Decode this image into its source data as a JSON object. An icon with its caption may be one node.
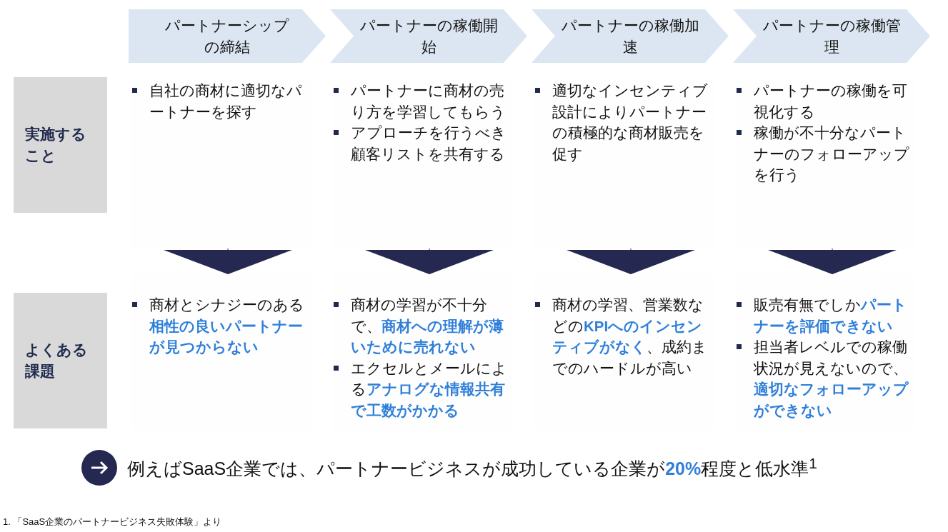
{
  "diagram": {
    "nodes": [
      {
        "text": [
          "パートナーシップの締結"
        ]
      },
      {
        "text": [
          "パートナーの稼働開始"
        ]
      },
      {
        "text": [
          "パートナーの稼働加速"
        ]
      },
      {
        "text": [
          "パートナーの稼働管理"
        ]
      },
      {
        "text": [
          "実施すること"
        ]
      },
      {
        "text": [
          "よくある課題"
        ]
      },
      {
        "text": [
          "自社の商材に適切なパートナーを探す"
        ]
      },
      {
        "text": [
          "パートナーに商材の売り方を学習してもらう",
          "アプローチを行うべき顧客リストを共有する"
        ]
      },
      {
        "text": [
          "適切なインセンティブ設計によりパートナーの積極的な商材販売を促す"
        ]
      },
      {
        "text": [
          "パートナーの稼働を可視化する",
          "稼働が不十分なパートナーのフォローアップを行う"
        ]
      },
      {
        "text": [
          "商材とシナジーのある**相性の良いパートナーが見つからない**"
        ]
      },
      {
        "text": [
          "商材の学習が不十分で、**商材への理解が薄いために売れない**",
          "エクセルとメールによる**アナログな情報共有で工数がかかる**"
        ]
      },
      {
        "text": [
          "商材の学習、営業数などの**KPIへのインセンティブがなく**、成約までのハードルが高い"
        ]
      },
      {
        "text": [
          "販売有無でしか**パートナーを評価できない**",
          "担当者レベルでの稼働状況が見えないので、**適切なフォローアップができない**"
        ]
      }
    ],
    "edges": [
      {
        "from": 6,
        "to": 10,
        "arrow": "to"
      },
      {
        "from": 7,
        "to": 11,
        "arrow": "to"
      },
      {
        "from": 8,
        "to": 12,
        "arrow": "to"
      },
      {
        "from": 9,
        "to": 13,
        "arrow": "to"
      }
    ],
    "labels": [
      "例えばSaaS企業では、パートナービジネスが成功している企業が**20%**程度と低水準$^{1}$",
      "1. 「SaaS企業のパートナービジネス失敗体験」より"
    ]
  }
}
